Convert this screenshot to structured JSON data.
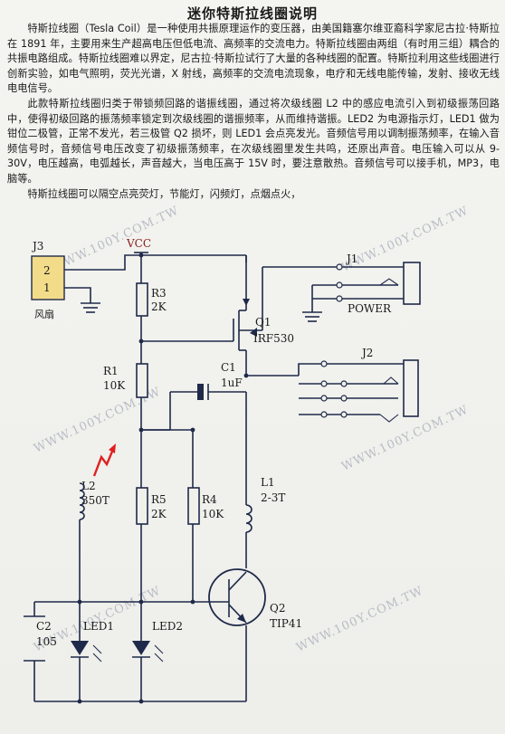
{
  "title": "迷你特斯拉线圈说明",
  "intro": {
    "p1": "特斯拉线圈（Tesla Coil）是一种使用共振原理运作的变压器，由美国籍塞尔维亚裔科学家尼古拉·特斯拉在 1891 年，主要用来生产超高电压但低电流、高频率的交流电力。特斯拉线圈由两组（有时用三组）耦合的共振电路组成。特斯拉线圈难以界定，尼古拉·特斯拉试行了大量的各种线圈的配置。特斯拉利用这些线圈进行创新实验，如电气照明，荧光光谱，X 射线，高频率的交流电流现象，电疗和无线电能传输，发射、接收无线电电信号。",
    "p2": "此款特斯拉线圈归类于带锁频回路的谐振线圈，通过将次级线圈 L2 中的感应电流引入到初级振荡回路中，使得初级回路的振荡频率锁定到次级线圈的谐振频率，从而维持谐振。LED2 为电源指示灯，LED1 做为钳位二极管，正常不发光，若三极管 Q2 损坏，则 LED1 会点亮发光。音频信号用以调制振荡频率，在输入音频信号时，音频信号电压改变了初级振荡频率，在次级线圈里发生共鸣，还原出声音。电压输入可以从 9-30V，电压越高，电弧越长，声音越大，当电压高于 15V 时，要注意散热。音频信号可以接手机，MP3，电脑等。",
    "p3": "特斯拉线圈可以隔空点亮荧灯，节能灯，闪频灯，点烟点火，"
  },
  "circuit": {
    "vcc": "VCC",
    "j3": {
      "ref": "J3",
      "pin2": "2",
      "pin1": "1",
      "label": "风扇"
    },
    "j1": {
      "ref": "J1",
      "label": "POWER"
    },
    "j2": {
      "ref": "J2"
    },
    "r3": {
      "ref": "R3",
      "value": "2K"
    },
    "r1": {
      "ref": "R1",
      "value": "10K"
    },
    "q1": {
      "ref": "Q1",
      "part": "IRF530"
    },
    "c1": {
      "ref": "C1",
      "value": "1uF"
    },
    "l2": {
      "ref": "L2",
      "value": "350T"
    },
    "r5": {
      "ref": "R5",
      "value": "2K"
    },
    "r4": {
      "ref": "R4",
      "value": "10K"
    },
    "l1": {
      "ref": "L1",
      "value": "2-3T"
    },
    "q2": {
      "ref": "Q2",
      "part": "TIP41"
    },
    "c2": {
      "ref": "C2",
      "value": "105"
    },
    "led1": {
      "ref": "LED1"
    },
    "led2": {
      "ref": "LED2"
    }
  },
  "watermark": "WWW.100Y.COM.TW",
  "colors": {
    "ink": "#1f2a4a",
    "spark": "#e02020",
    "watermark": "#b8bcc6",
    "paper": "#f1f1ec"
  }
}
